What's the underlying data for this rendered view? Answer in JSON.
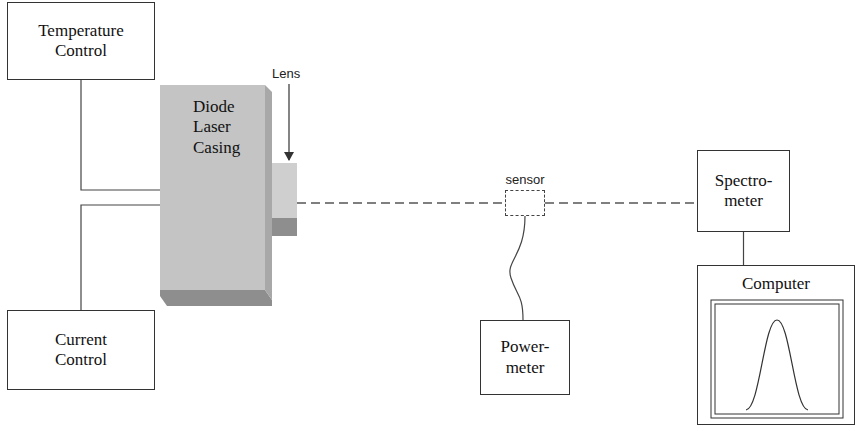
{
  "diagram": {
    "nodes": [
      {
        "text": [
          "Temperature Control"
        ]
      },
      {
        "text": [
          "Diode Laser Casing"
        ]
      },
      {
        "text": [
          "Current Control"
        ]
      },
      {
        "text": [
          "sensor"
        ]
      },
      {
        "text": [
          "Power- meter"
        ]
      },
      {
        "text": [
          "Spectro- meter"
        ]
      },
      {
        "text": [
          "Computer"
        ]
      }
    ],
    "edges": [
      {
        "from": 0,
        "to": 1,
        "arrow": "none"
      },
      {
        "from": 1,
        "to": 2,
        "arrow": "none"
      },
      {
        "from": 1,
        "to": 3,
        "arrow": "none"
      },
      {
        "from": 3,
        "to": 5,
        "arrow": "none"
      },
      {
        "from": 3,
        "to": 4,
        "arrow": "none"
      },
      {
        "from": 5,
        "to": 6,
        "arrow": "none"
      }
    ],
    "labels": [
      "Lens"
    ]
  }
}
